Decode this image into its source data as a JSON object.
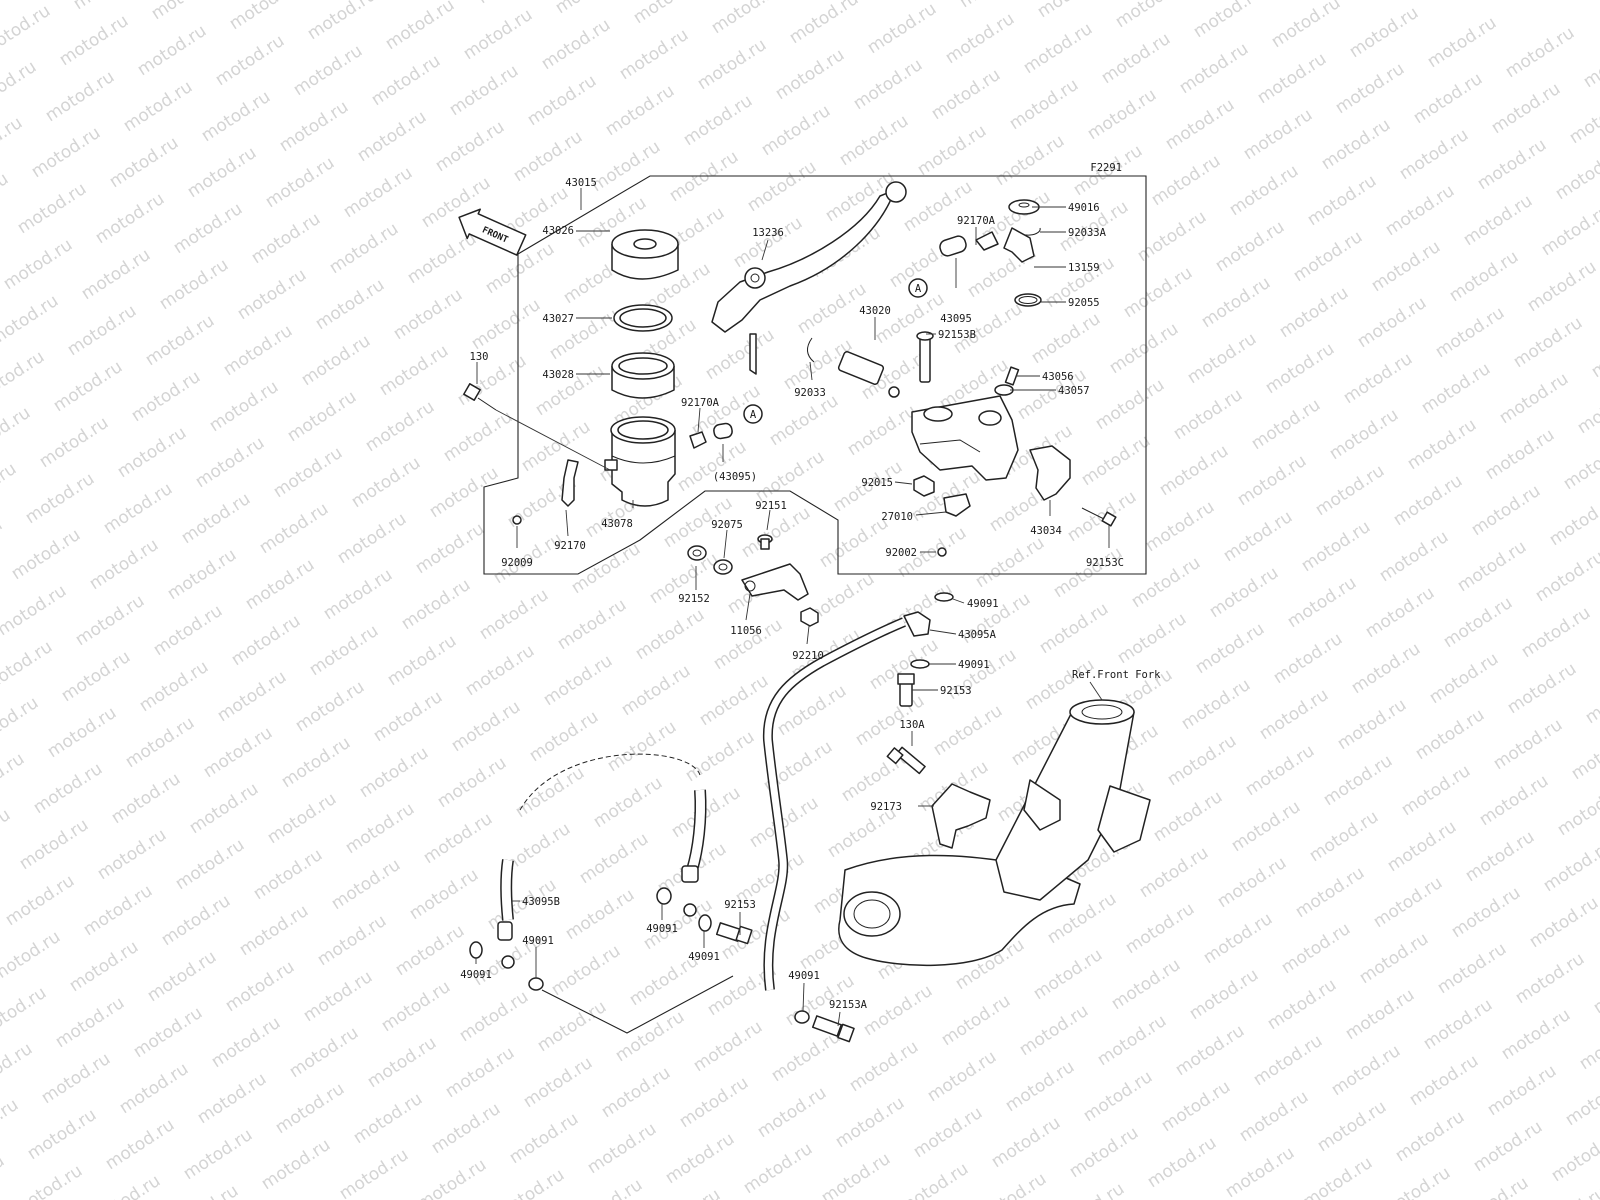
{
  "watermark": "motod.ru",
  "figure_code": "F2291",
  "front_arrow": "FRONT",
  "ref_label": "Ref.Front Fork",
  "callout_marker": "A",
  "parts": [
    {
      "id": "p43015",
      "label": "43015"
    },
    {
      "id": "p43026",
      "label": "43026"
    },
    {
      "id": "p43027",
      "label": "43027"
    },
    {
      "id": "p43028",
      "label": "43028"
    },
    {
      "id": "p130",
      "label": "130"
    },
    {
      "id": "p92170A_1",
      "label": "92170A"
    },
    {
      "id": "p43095_paren",
      "label": "(43095)"
    },
    {
      "id": "p43078",
      "label": "43078"
    },
    {
      "id": "p92170",
      "label": "92170"
    },
    {
      "id": "p92009",
      "label": "92009"
    },
    {
      "id": "p13236",
      "label": "13236"
    },
    {
      "id": "p43020",
      "label": "43020"
    },
    {
      "id": "p92033",
      "label": "92033"
    },
    {
      "id": "p92170A_2",
      "label": "92170A"
    },
    {
      "id": "p43095",
      "label": "43095"
    },
    {
      "id": "p92153B",
      "label": "92153B"
    },
    {
      "id": "p49016",
      "label": "49016"
    },
    {
      "id": "p92033A",
      "label": "92033A"
    },
    {
      "id": "p13159",
      "label": "13159"
    },
    {
      "id": "p92055",
      "label": "92055"
    },
    {
      "id": "p43056",
      "label": "43056"
    },
    {
      "id": "p43057",
      "label": "43057"
    },
    {
      "id": "p92015",
      "label": "92015"
    },
    {
      "id": "p27010",
      "label": "27010"
    },
    {
      "id": "p92002",
      "label": "92002"
    },
    {
      "id": "p43034",
      "label": "43034"
    },
    {
      "id": "p92153C",
      "label": "92153C"
    },
    {
      "id": "p92151",
      "label": "92151"
    },
    {
      "id": "p92075",
      "label": "92075"
    },
    {
      "id": "p92152",
      "label": "92152"
    },
    {
      "id": "p11056",
      "label": "11056"
    },
    {
      "id": "p92210",
      "label": "92210"
    },
    {
      "id": "p49091_a",
      "label": "49091"
    },
    {
      "id": "p43095A",
      "label": "43095A"
    },
    {
      "id": "p49091_b",
      "label": "49091"
    },
    {
      "id": "p92153_a",
      "label": "92153"
    },
    {
      "id": "p130A",
      "label": "130A"
    },
    {
      "id": "p92173",
      "label": "92173"
    },
    {
      "id": "p43095B",
      "label": "43095B"
    },
    {
      "id": "p49091_c",
      "label": "49091"
    },
    {
      "id": "p49091_d",
      "label": "49091"
    },
    {
      "id": "p49091_e",
      "label": "49091"
    },
    {
      "id": "p92153_b",
      "label": "92153"
    },
    {
      "id": "p49091_f",
      "label": "49091"
    },
    {
      "id": "p49091_g",
      "label": "49091"
    },
    {
      "id": "p92153A",
      "label": "92153A"
    }
  ]
}
